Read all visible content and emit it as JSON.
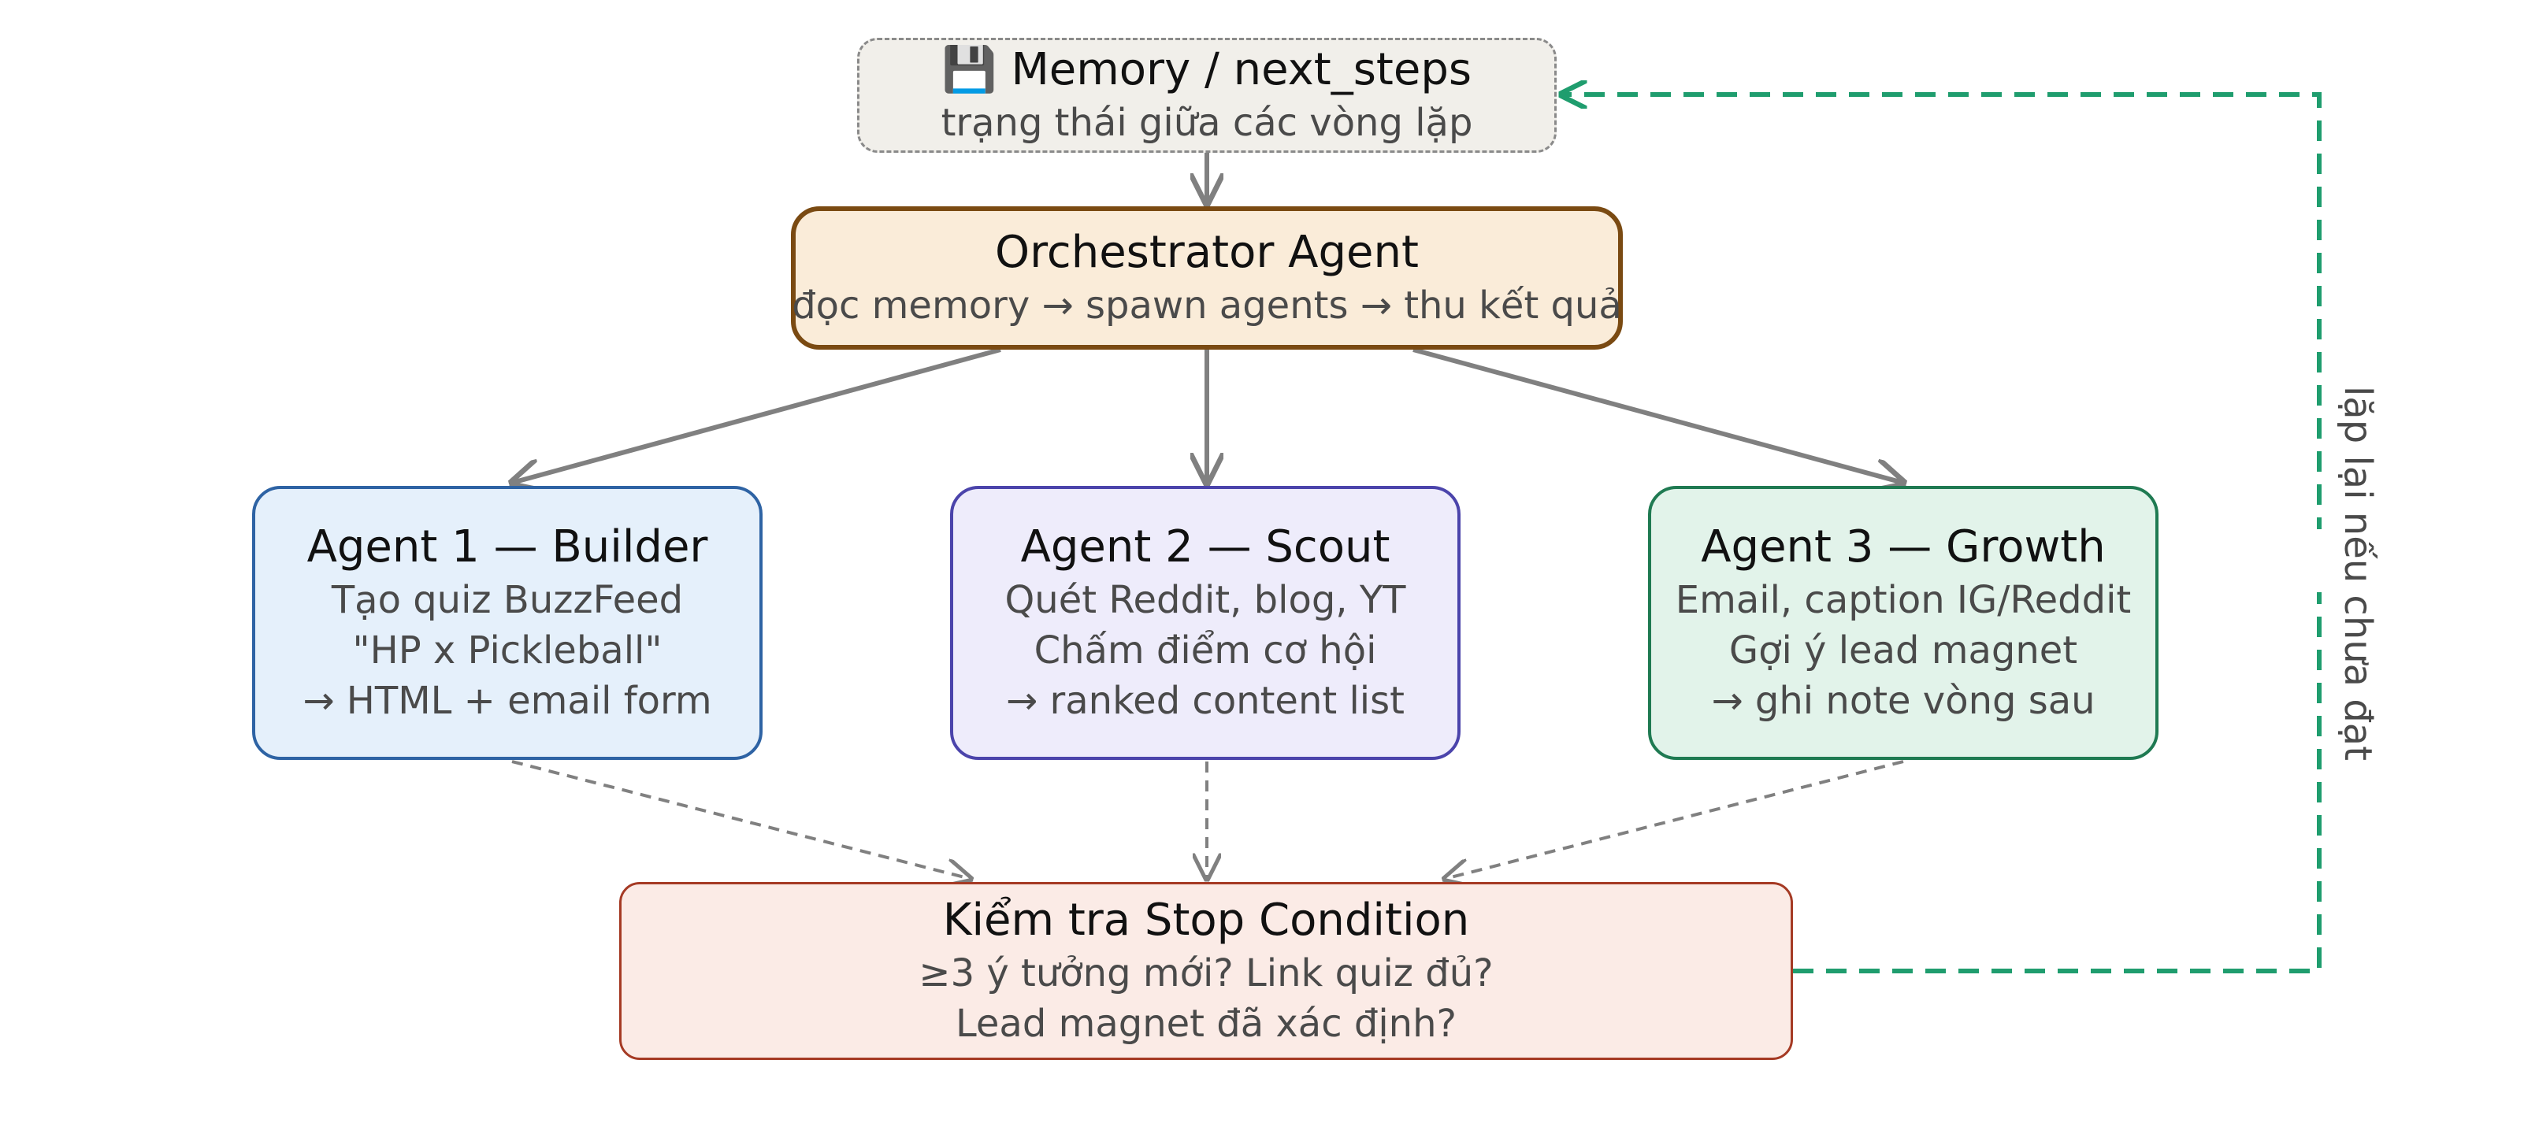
{
  "memory": {
    "icon": "floppy-disk-icon",
    "icon_glyph": "💾",
    "title": "Memory / next_steps",
    "subtitle": "trạng thái giữa các vòng lặp"
  },
  "orchestrator": {
    "title": "Orchestrator Agent",
    "subtitle": "đọc memory → spawn agents → thu kết quả"
  },
  "agents": [
    {
      "title": "Agent 1 — Builder",
      "lines": [
        "Tạo quiz BuzzFeed",
        "\"HP x Pickleball\"",
        "→ HTML + email form"
      ]
    },
    {
      "title": "Agent 2 — Scout",
      "lines": [
        "Quét Reddit, blog, YT",
        "Chấm điểm cơ hội",
        "→ ranked content list"
      ]
    },
    {
      "title": "Agent 3 — Growth",
      "lines": [
        "Email, caption IG/Reddit",
        "Gợi ý lead magnet",
        "→ ghi note vòng sau"
      ]
    }
  ],
  "stop_condition": {
    "title": "Kiểm tra Stop Condition",
    "lines": [
      "≥3 ý tưởng mới? Link quiz đủ?",
      "Lead magnet đã xác định?"
    ]
  },
  "loop_label": "lặp lại nếu chưa đạt",
  "colors": {
    "memory_fill": "#f1efea",
    "orchestrator_fill": "#faecd9",
    "orchestrator_border": "#7a4a12",
    "agent1_fill": "#e5f0fb",
    "agent1_border": "#2e63a4",
    "agent2_fill": "#eeecfb",
    "agent2_border": "#4b44ab",
    "agent3_fill": "#e2f3ea",
    "agent3_border": "#1f7a52",
    "stop_fill": "#fbebe6",
    "stop_border": "#a53a24",
    "arrow_gray": "#808080",
    "loop_green": "#1f9d6e"
  }
}
